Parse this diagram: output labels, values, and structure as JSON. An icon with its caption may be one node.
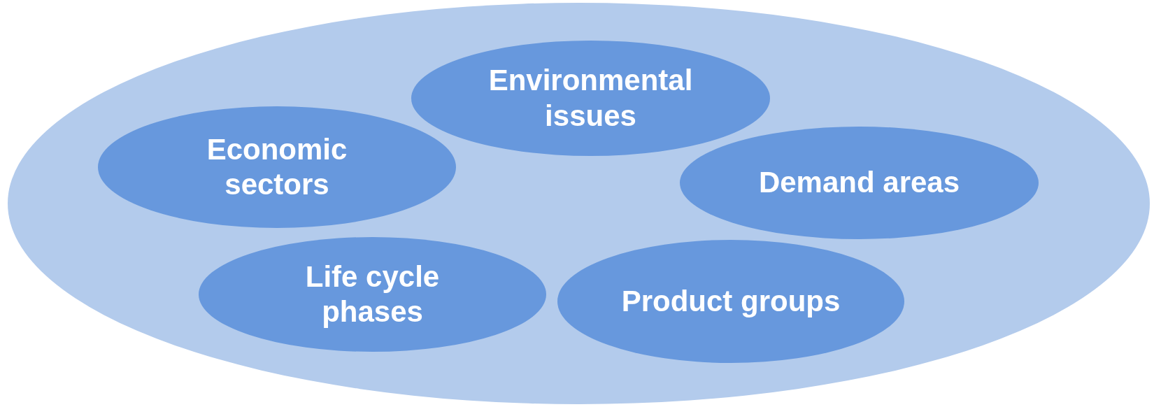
{
  "diagram": {
    "nodes": [
      {
        "text": [],
        "shape": "ellipse"
      },
      {
        "text": [
          "Environmental issues"
        ],
        "in": 0
      },
      {
        "text": [
          "Economic sectors"
        ],
        "in": 0
      },
      {
        "text": [
          "Demand areas"
        ],
        "in": 0
      },
      {
        "text": [
          "Life cycle phases"
        ],
        "in": 0
      },
      {
        "text": [
          "Product groups"
        ],
        "in": 0
      }
    ]
  }
}
